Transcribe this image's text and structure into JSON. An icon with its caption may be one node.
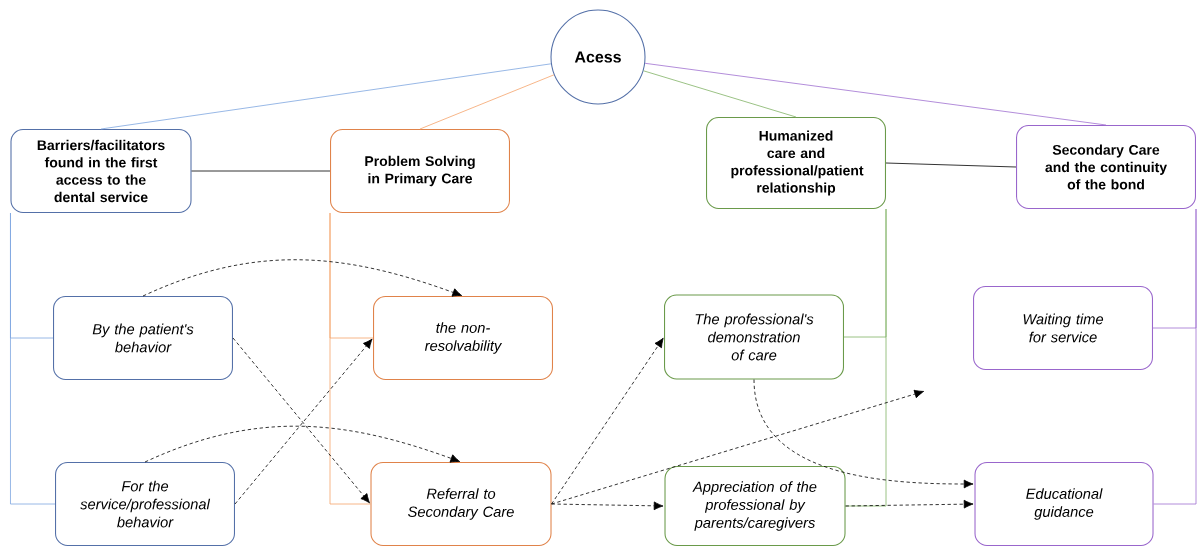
{
  "diagram": {
    "nodes": [
      {
        "text": [
          "Acess"
        ]
      },
      {
        "text": [
          "Barriers/facilitators found in the first access to the dental service"
        ]
      },
      {
        "text": [
          "Problem Solving in Primary Care"
        ]
      },
      {
        "text": [
          "Humanized care and professional/patient relationship"
        ]
      },
      {
        "text": [
          "Secondary Care and the continuity of the bond"
        ]
      },
      {
        "text": [
          "By the patient's behavior"
        ]
      },
      {
        "text": [
          "For the service/professional behavior"
        ]
      },
      {
        "text": [
          "the non-resolvability"
        ]
      },
      {
        "text": [
          "Referral to Secondary Care"
        ]
      },
      {
        "text": [
          "The professional's demonstration of care"
        ]
      },
      {
        "text": [
          "Appreciation of the professional by parents/caregivers"
        ]
      },
      {
        "text": [
          "Waiting time for service"
        ]
      },
      {
        "text": [
          "Educational guidance"
        ]
      }
    ],
    "edges": [
      {
        "from": 0,
        "to": 1,
        "arrow": "none",
        "color": "#7ea6e0"
      },
      {
        "from": 0,
        "to": 2,
        "arrow": "none",
        "color": "#f5a36b"
      },
      {
        "from": 0,
        "to": 3,
        "arrow": "none",
        "color": "#82b366"
      },
      {
        "from": 0,
        "to": 4,
        "arrow": "none",
        "color": "#a070d0"
      },
      {
        "from": 1,
        "to": 2,
        "arrow": "none"
      },
      {
        "from": 3,
        "to": 4,
        "arrow": "none"
      },
      {
        "from": 1,
        "to": 5,
        "arrow": "none",
        "color": "#7ea6e0"
      },
      {
        "from": 1,
        "to": 6,
        "arrow": "none",
        "color": "#7ea6e0"
      },
      {
        "from": 2,
        "to": 7,
        "arrow": "none",
        "color": "#f5a36b"
      },
      {
        "from": 2,
        "to": 8,
        "arrow": "none",
        "color": "#f5a36b"
      },
      {
        "from": 3,
        "to": 9,
        "arrow": "none",
        "color": "#82b366"
      },
      {
        "from": 3,
        "to": 10,
        "arrow": "none",
        "color": "#82b366"
      },
      {
        "from": 4,
        "to": 11,
        "arrow": "none",
        "color": "#a070d0"
      },
      {
        "from": 4,
        "to": 12,
        "arrow": "none",
        "color": "#a070d0"
      },
      {
        "from": 5,
        "to": 7,
        "arrow": "to",
        "style": "dashed"
      },
      {
        "from": 5,
        "to": 8,
        "arrow": "to",
        "style": "dashed"
      },
      {
        "from": 6,
        "to": 8,
        "arrow": "to",
        "style": "dashed"
      },
      {
        "from": 6,
        "to": 7,
        "arrow": "to",
        "style": "dashed"
      },
      {
        "from": 8,
        "to": 9,
        "arrow": "to",
        "style": "dashed"
      },
      {
        "from": 8,
        "to": null,
        "arrow": "to",
        "style": "dashed"
      },
      {
        "from": 8,
        "to": 10,
        "arrow": "to",
        "style": "dashed"
      },
      {
        "from": 9,
        "to": 12,
        "arrow": "to",
        "style": "dashed"
      },
      {
        "from": 10,
        "to": 12,
        "arrow": "to",
        "style": "dashed"
      }
    ]
  }
}
